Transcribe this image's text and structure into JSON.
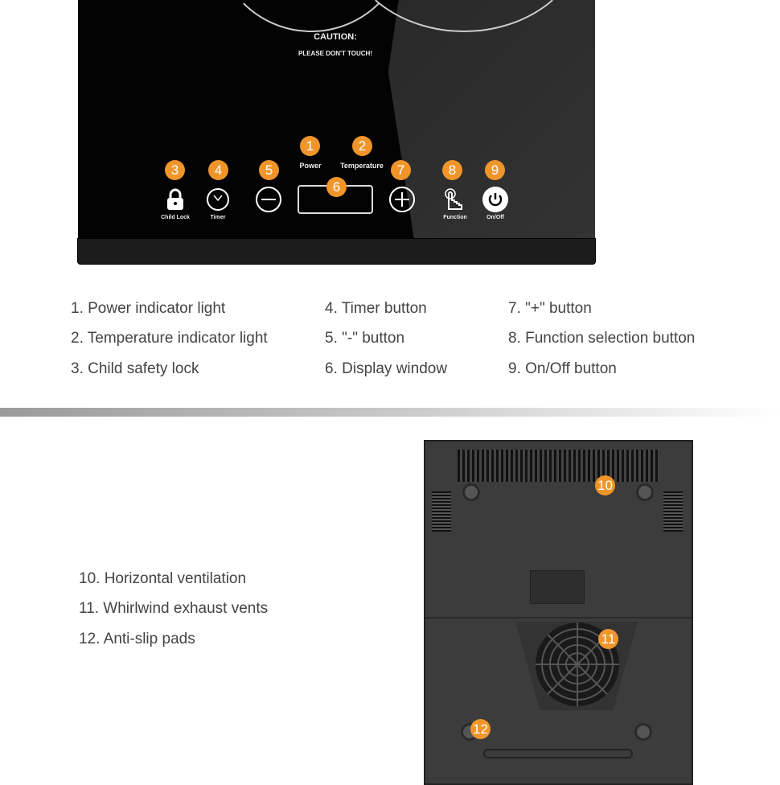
{
  "panel": {
    "caution_title": "CAUTION:",
    "caution_text": "PLEASE DON'T TOUCH!",
    "labels": {
      "power": "Power",
      "temperature": "Temperature",
      "child_lock": "Child Lock",
      "timer": "Timer",
      "function": "Function",
      "onoff": "On/Off"
    },
    "badges": [
      "1",
      "2",
      "3",
      "4",
      "5",
      "6",
      "7",
      "8",
      "9",
      "10",
      "11",
      "12"
    ]
  },
  "legend_top": [
    "1. Power indicator light",
    "2. Temperature indicator light",
    "3. Child safety lock",
    "4. Timer button",
    "5. \"-\" button",
    "6. Display window",
    "7. \"+\" button",
    "8. Function selection button",
    "9. On/Off button"
  ],
  "legend_bottom": [
    "10. Horizontal ventilation",
    "11. Whirlwind exhaust vents",
    "12. Anti-slip pads"
  ],
  "colors": {
    "badge": "#f0952a",
    "panel": "#030303",
    "text": "#444444"
  }
}
